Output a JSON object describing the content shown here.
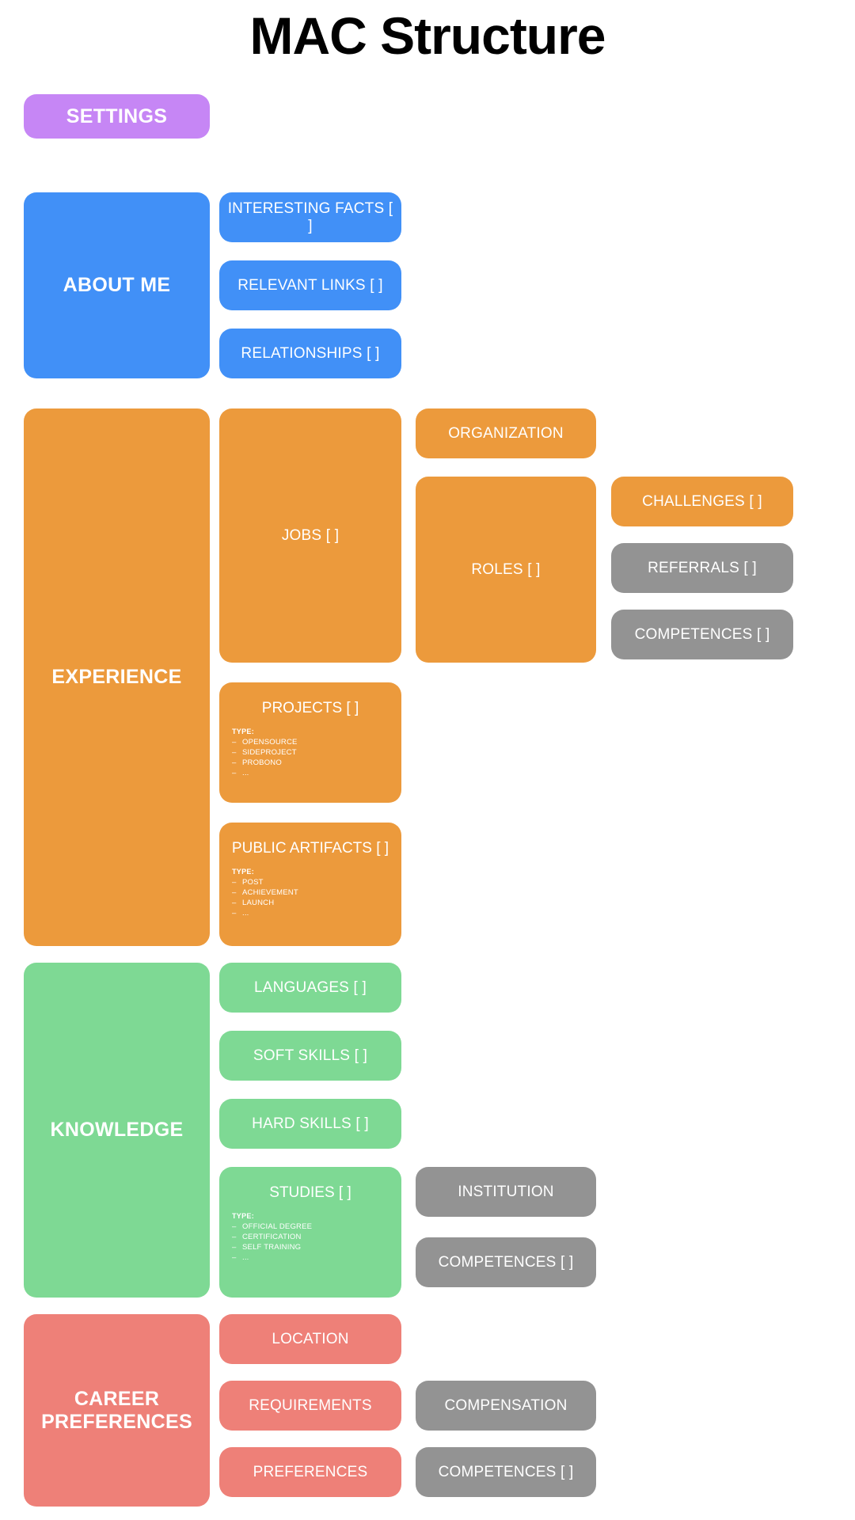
{
  "page": {
    "title": "MAC Structure",
    "background": "#ffffff"
  },
  "palette": {
    "purple": "#c686f5",
    "blue": "#4190f7",
    "orange": "#ec9a3c",
    "green": "#7ed994",
    "red": "#ee8078",
    "gray": "#939393",
    "text_on_node": "#ffffff",
    "title_color": "#000000"
  },
  "sections": {
    "settings": {
      "label": "SETTINGS"
    },
    "about_me": {
      "label": "ABOUT ME",
      "children": [
        {
          "label": "INTERESTING FACTS [ ]"
        },
        {
          "label": "RELEVANT LINKS [ ]"
        },
        {
          "label": "RELATIONSHIPS [ ]"
        }
      ]
    },
    "experience": {
      "label": "EXPERIENCE",
      "jobs": {
        "label": "JOBS [ ]"
      },
      "organization": {
        "label": "ORGANIZATION"
      },
      "roles": {
        "label": "ROLES [ ]"
      },
      "challenges": {
        "label": "CHALLENGES [ ]"
      },
      "referrals": {
        "label": "REFERRALS [ ]"
      },
      "competences": {
        "label": "COMPETENCES [ ]"
      },
      "projects": {
        "label": "PROJECTS [ ]",
        "type_heading": "TYPE:",
        "types": [
          "OPENSOURCE",
          "SIDEPROJECT",
          "PROBONO",
          "..."
        ]
      },
      "public_artifacts": {
        "label": "PUBLIC ARTIFACTS [ ]",
        "type_heading": "TYPE:",
        "types": [
          "POST",
          "ACHIEVEMENT",
          "LAUNCH",
          "..."
        ]
      }
    },
    "knowledge": {
      "label": "KNOWLEDGE",
      "languages": {
        "label": "LANGUAGES [ ]"
      },
      "soft_skills": {
        "label": "SOFT SKILLS [ ]"
      },
      "hard_skills": {
        "label": "HARD SKILLS [ ]"
      },
      "institution": {
        "label": "INSTITUTION"
      },
      "competences": {
        "label": "COMPETENCES [ ]"
      },
      "studies": {
        "label": "STUDIES [ ]",
        "type_heading": "TYPE:",
        "types": [
          "OFFICIAL DEGREE",
          "CERTIFICATION",
          "SELF TRAINING",
          "..."
        ]
      }
    },
    "career_preferences": {
      "label_line1": "CAREER",
      "label_line2": "PREFERENCES",
      "location": {
        "label": "LOCATION"
      },
      "requirements": {
        "label": "REQUIREMENTS"
      },
      "preferences": {
        "label": "PREFERENCES"
      },
      "compensation": {
        "label": "COMPENSATION"
      },
      "competences": {
        "label": "COMPETENCES [ ]"
      }
    }
  }
}
